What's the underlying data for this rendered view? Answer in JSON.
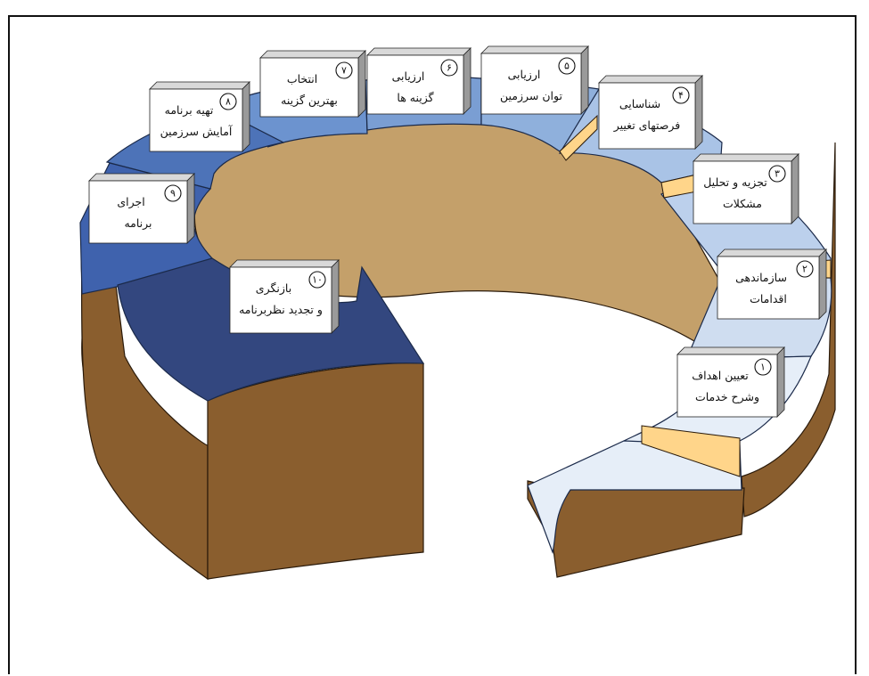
{
  "steps": [
    {
      "number": "١",
      "line1": "تعیین اهداف",
      "line2": "وشرح خدمات"
    },
    {
      "number": "٢",
      "line1": "سازماندهی",
      "line2": "اقدامات"
    },
    {
      "number": "٣",
      "line1": "تجزیه و تحلیل",
      "line2": "مشکلات"
    },
    {
      "number": "۴",
      "line1": "شناسایی",
      "line2": "فرصتهای تغییر"
    },
    {
      "number": "۵",
      "line1": "ارزیابی",
      "line2": "توان سرزمین"
    },
    {
      "number": "۶",
      "line1": "ارزیابی",
      "line2": "گزینه ها"
    },
    {
      "number": "٧",
      "line1": "انتخاب",
      "line2": "بهترین گزینه"
    },
    {
      "number": "٨",
      "line1": "تهیه برنامه",
      "line2": "آمایش سرزمین"
    },
    {
      "number": "٩",
      "line1": "اجرای",
      "line2": "برنامه"
    },
    {
      "number": "١٠",
      "line1": "بازنگری",
      "line2": "و تجدید نظربرنامه"
    }
  ],
  "colors": {
    "inner_disc": "#C4A06A",
    "wall": "#8A5E2E",
    "step_face": "#FFD58A",
    "segments": [
      "#E6EEF8",
      "#CFDDF0",
      "#BCD0EC",
      "#A9C3E6",
      "#8FB0DC",
      "#7A9ED3",
      "#6C93CF",
      "#4D73B8",
      "#3F62AD",
      "#33477F"
    ]
  }
}
